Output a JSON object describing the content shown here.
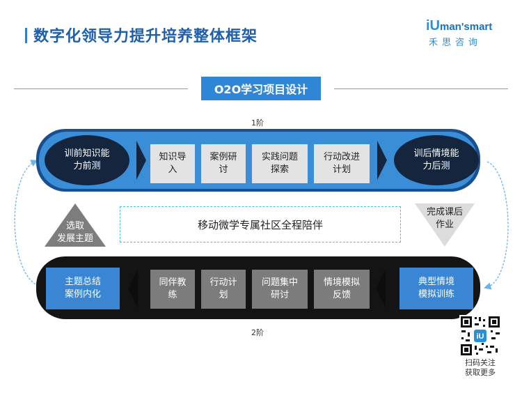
{
  "page": {
    "title": "数字化领导力提升培养整体框架"
  },
  "logo": {
    "mark_prefix": "iU",
    "mark_rest": "man'smart",
    "sub": "禾思咨询"
  },
  "banner": {
    "label": "O2O学习项目设计"
  },
  "stages": {
    "stage1": "1阶",
    "stage2": "2阶"
  },
  "top_row": {
    "start": "训前知识能\n力前测",
    "steps": [
      "知识导\n入",
      "案例研\n讨",
      "实践问题\n探索",
      "行动改进\n计划"
    ],
    "end": "训后情境能\n力后测"
  },
  "middle": {
    "left_triangle": "选取\n发展主题",
    "community": "移动微学专属社区全程陪伴",
    "right_triangle": "完成课后\n作业"
  },
  "bottom_row": {
    "start": "主题总结\n案例内化",
    "steps": [
      "同伴教\n练",
      "行动计\n划",
      "问题集中\n研讨",
      "情境模拟\n反馈"
    ],
    "end": "典型情境\n模拟训练"
  },
  "qr": {
    "caption": "扫码关注\n获取更多",
    "icon": "qr-code-icon"
  },
  "colors": {
    "accent": "#2f86d6",
    "dark_navy": "#14253d",
    "bottom_band": "#141414",
    "dashed": "#49c0d8"
  }
}
